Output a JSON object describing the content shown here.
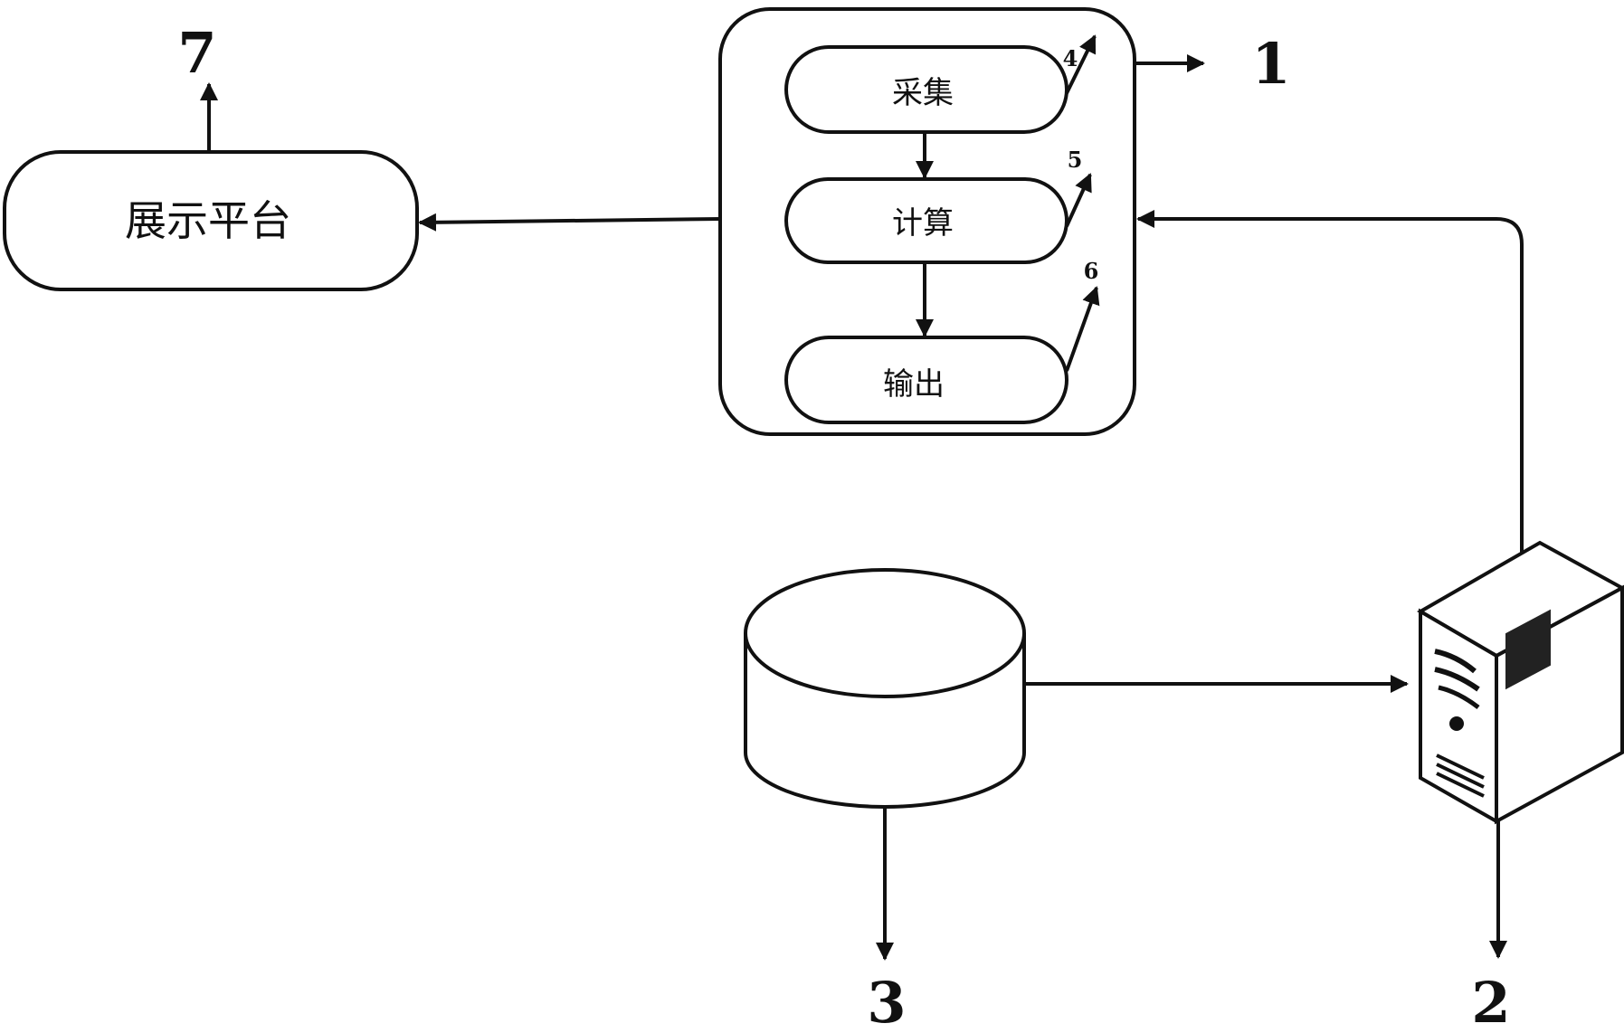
{
  "diagram": {
    "platform_label": "展示平台",
    "steps": [
      {
        "label": "采集"
      },
      {
        "label": "计算"
      },
      {
        "label": "输出"
      }
    ],
    "ref_numbers": {
      "system": "1",
      "server": "2",
      "database": "3",
      "collect": "4",
      "compute": "5",
      "output": "6",
      "platform": "7"
    }
  }
}
